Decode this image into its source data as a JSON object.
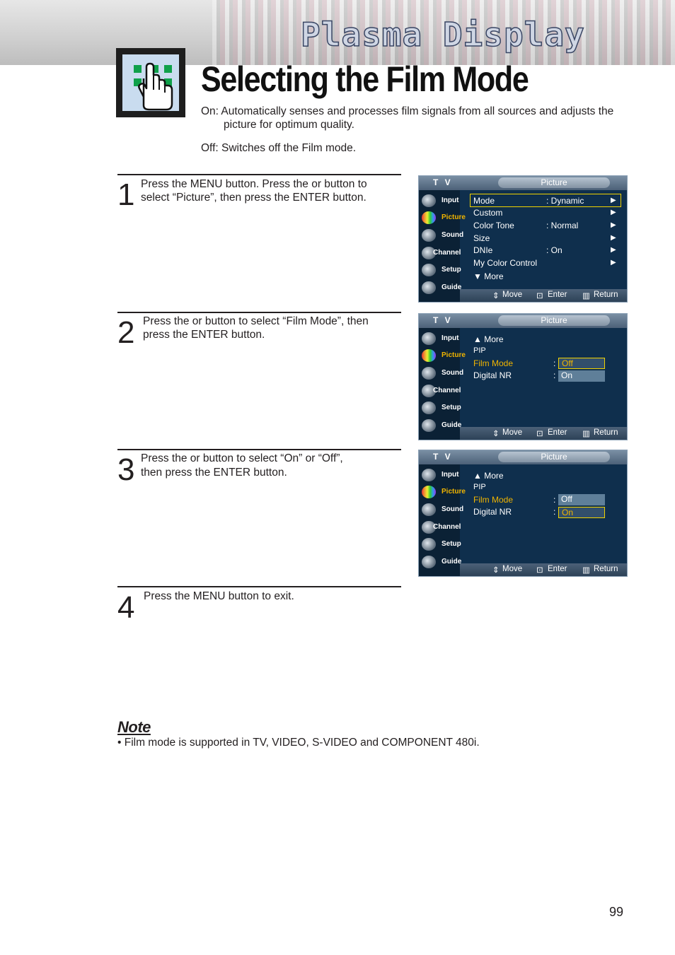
{
  "header": {
    "banner_title": "Plasma Display",
    "page_title": "Selecting the Film Mode"
  },
  "intro": {
    "on_line1": "On: Automatically senses and processes film signals from all sources and adjusts the",
    "on_line2": "picture for optimum quality.",
    "off": "Off: Switches off the Film mode."
  },
  "steps": [
    {
      "num": "1",
      "line1": "Press the MENU button. Press the      or      button to",
      "line2": "select “Picture”, then press the ENTER button."
    },
    {
      "num": "2",
      "line1": "Press the      or      button to select “Film Mode”, then",
      "line2": "press the ENTER button."
    },
    {
      "num": "3",
      "line1": "Press the      or      button to select “On” or “Off”,",
      "line2": "then press the ENTER button."
    },
    {
      "num": "4",
      "line1": "Press the MENU button to exit.",
      "line2": ""
    }
  ],
  "osd_common": {
    "tv": "T V",
    "header": "Picture",
    "side": [
      "Input",
      "Picture",
      "Sound",
      "Channel",
      "Setup",
      "Guide"
    ],
    "footer": {
      "move": "Move",
      "enter": "Enter",
      "return": "Return"
    }
  },
  "osd1": {
    "rows": [
      {
        "label": "Mode",
        "value": ": Dynamic"
      },
      {
        "label": "Custom",
        "value": ""
      },
      {
        "label": "Color Tone",
        "value": ": Normal"
      },
      {
        "label": "Size",
        "value": ""
      },
      {
        "label": "DNIe",
        "value": ": On"
      },
      {
        "label": "My Color Control",
        "value": ""
      },
      {
        "label": "▼ More",
        "value": ""
      }
    ]
  },
  "osd2": {
    "more": "▲ More",
    "pip": "PIP",
    "film_mode": "Film Mode",
    "digital_nr": "Digital NR",
    "colon": ":",
    "opt_off": "Off",
    "opt_on": "On",
    "selected": "Off"
  },
  "osd3": {
    "more": "▲ More",
    "pip": "PIP",
    "film_mode": "Film Mode",
    "digital_nr": "Digital NR",
    "colon": ":",
    "opt_off": "Off",
    "opt_on": "On",
    "selected": "On"
  },
  "note": {
    "title": "Note",
    "bullet": "•  Film mode is supported in TV, VIDEO, S-VIDEO and COMPONENT 480i."
  },
  "page_number": "99",
  "colors": {
    "osd_bg": "#0f2f4d",
    "highlight": "#f0d200",
    "active_text": "#f0b400",
    "icon_green": "#0fa14a"
  }
}
